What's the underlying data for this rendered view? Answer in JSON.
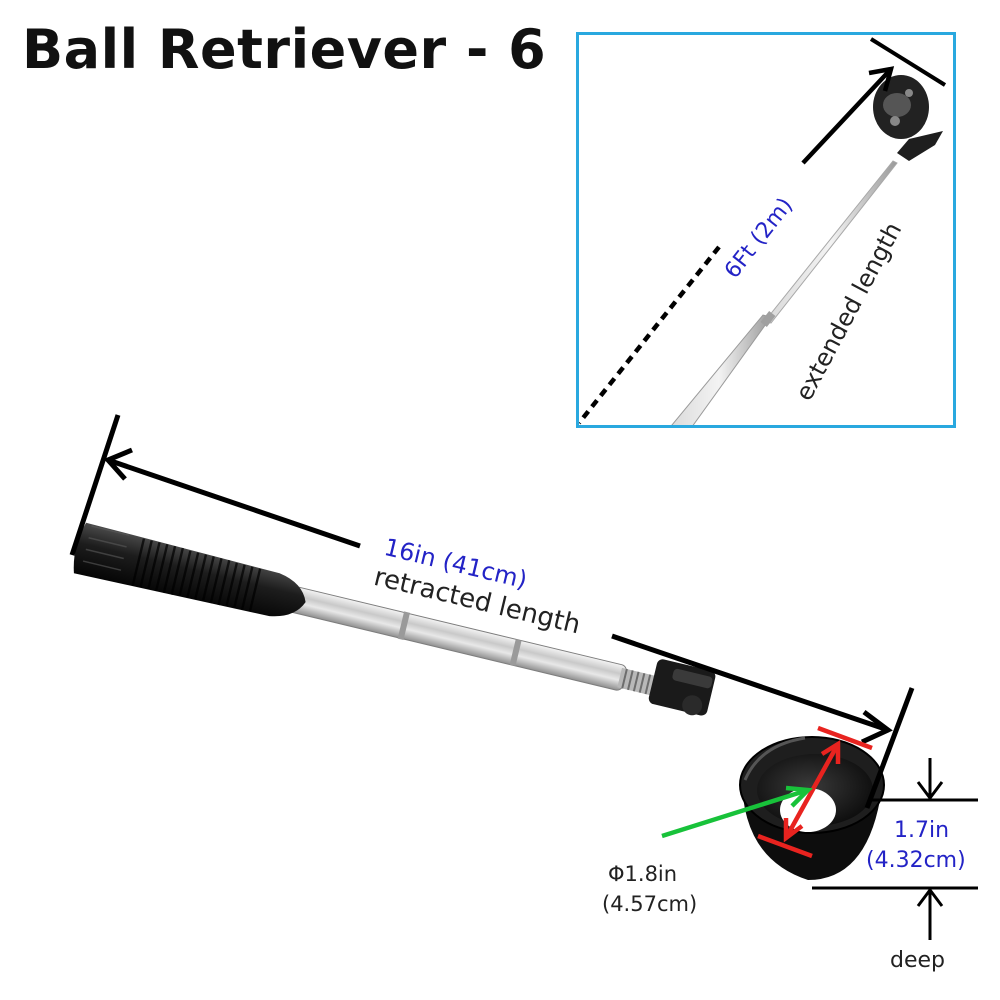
{
  "title": "Ball Retriever - 6",
  "inset": {
    "extended_value": "6Ft (2m)",
    "extended_label": "extended length"
  },
  "main": {
    "retracted_value": "16in (41cm)",
    "retracted_label": "retracted length",
    "diameter_value": "Φ1.8in",
    "diameter_metric": "(4.57cm)",
    "depth_value": "1.7in",
    "depth_metric": "(4.32cm)",
    "depth_label": "deep"
  },
  "colors": {
    "inset_border": "#29a8df",
    "dimension_blue": "#2323c6",
    "diameter_red": "#e8231f",
    "pointer_green": "#18c23a"
  }
}
